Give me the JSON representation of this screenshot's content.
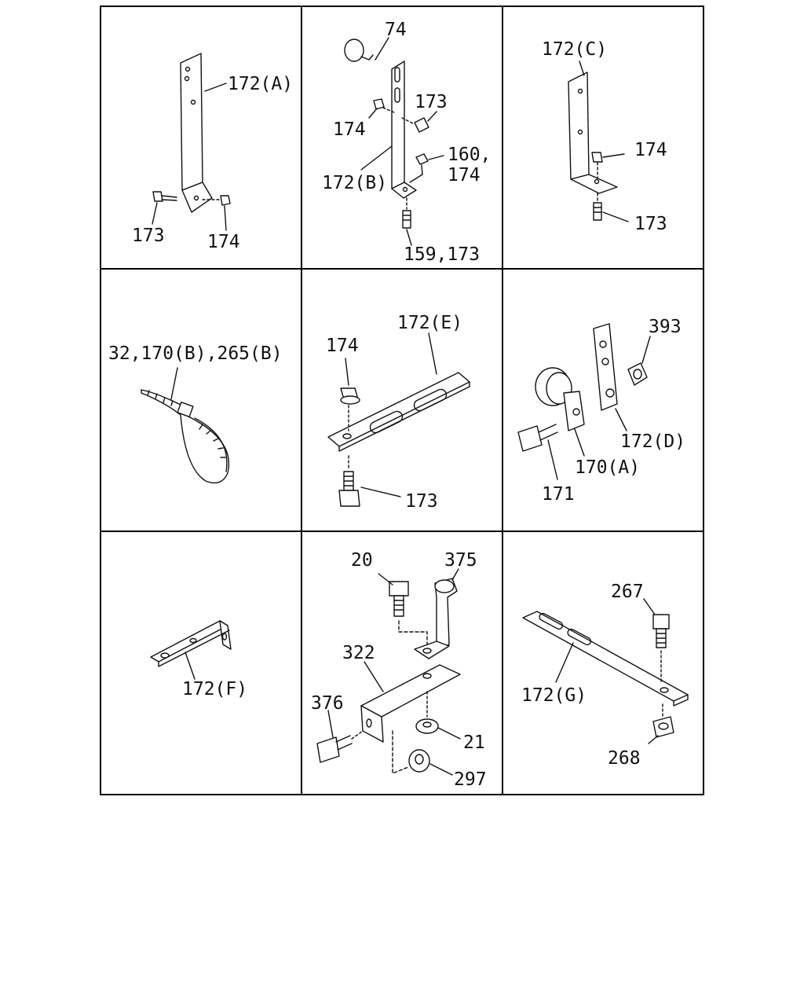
{
  "panels": [
    {
      "id": "a",
      "labels": [
        "172(A)",
        "173",
        "174"
      ]
    },
    {
      "id": "b",
      "labels": [
        "74",
        "173",
        "174",
        "160,",
        "174",
        "172(B)",
        "159,173"
      ]
    },
    {
      "id": "c",
      "labels": [
        "172(C)",
        "174",
        "173"
      ]
    },
    {
      "id": "d",
      "labels": [
        "32,170(B),265(B)"
      ]
    },
    {
      "id": "e",
      "labels": [
        "172(E)",
        "174",
        "173"
      ]
    },
    {
      "id": "f",
      "labels": [
        "393",
        "172(D)",
        "170(A)",
        "171"
      ]
    },
    {
      "id": "g",
      "labels": [
        "172(F)"
      ]
    },
    {
      "id": "h",
      "labels": [
        "20",
        "375",
        "322",
        "376",
        "21",
        "297"
      ]
    },
    {
      "id": "i",
      "labels": [
        "267",
        "172(G)",
        "268"
      ]
    }
  ]
}
